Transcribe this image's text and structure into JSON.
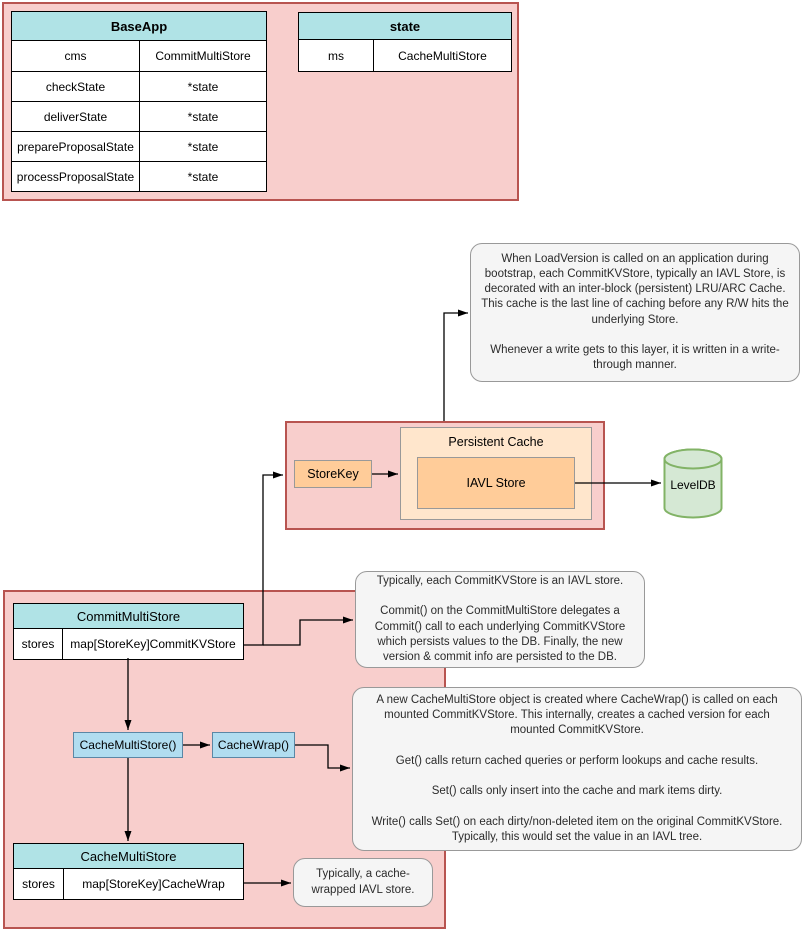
{
  "colors": {
    "container_fill": "#f8cecc",
    "container_border": "#b85450",
    "table_header_fill": "#b0e3e6",
    "orange_fill": "#ffcc99",
    "orange_light_fill": "#ffe6cc",
    "blue_fill": "#b1ddf0",
    "green_fill": "#d5e8d4",
    "green_border": "#82b366",
    "note_fill": "#f5f5f5",
    "line_color": "#000000"
  },
  "tables": {
    "baseapp": {
      "title": "BaseApp",
      "rows": [
        {
          "key": "cms",
          "value": "CommitMultiStore"
        },
        {
          "key": "checkState",
          "value": "*state"
        },
        {
          "key": "deliverState",
          "value": "*state"
        },
        {
          "key": "prepareProposalState",
          "value": "*state"
        },
        {
          "key": "processProposalState",
          "value": "*state"
        }
      ]
    },
    "state": {
      "title": "state",
      "rows": [
        {
          "key": "ms",
          "value": "CacheMultiStore"
        }
      ]
    },
    "commit_multi_store": {
      "title": "CommitMultiStore",
      "rows": [
        {
          "key": "stores",
          "value": "map[StoreKey]CommitKVStore"
        }
      ]
    },
    "cache_multi_store": {
      "title": "CacheMultiStore",
      "rows": [
        {
          "key": "stores",
          "value": "map[StoreKey]CacheWrap"
        }
      ]
    }
  },
  "boxes": {
    "store_key": "StoreKey",
    "persistent_cache": "Persistent Cache",
    "iavl_store": "IAVL Store",
    "leveldb": "LevelDB",
    "cache_multi_store_fn": "CacheMultiStore()",
    "cache_wrap_fn": "CacheWrap()"
  },
  "notes": {
    "load_version": "When LoadVersion is called on an application during bootstrap, each CommitKVStore, typically an IAVL Store, is decorated with an inter-block (persistent) LRU/ARC Cache. This cache is the last line of caching before any R/W hits the underlying Store.\n\nWhenever a write gets to this layer, it is written in a write-through manner.",
    "commit_delegates": "Typically, each CommitKVStore is an IAVL store.\n\nCommit() on the CommitMultiStore delegates a Commit() call to each underlying CommitKVStore which persists values to the DB. Finally, the new version & commit info are persisted to the DB.",
    "cache_wrap_details": "A new CacheMultiStore object is created where CacheWrap() is called on each mounted CommitKVStore. This internally, creates a cached version for each mounted CommitKVStore.\n\nGet() calls return cached queries or perform lookups and cache results.\n\nSet() calls only insert into the cache and mark items dirty.\n\nWrite() calls Set() on each dirty/non-deleted item on the original CommitKVStore. Typically, this would set the value in an IAVL tree.",
    "cache_wrapped_iavl": "Typically, a cache-\nwrapped IAVL store."
  }
}
